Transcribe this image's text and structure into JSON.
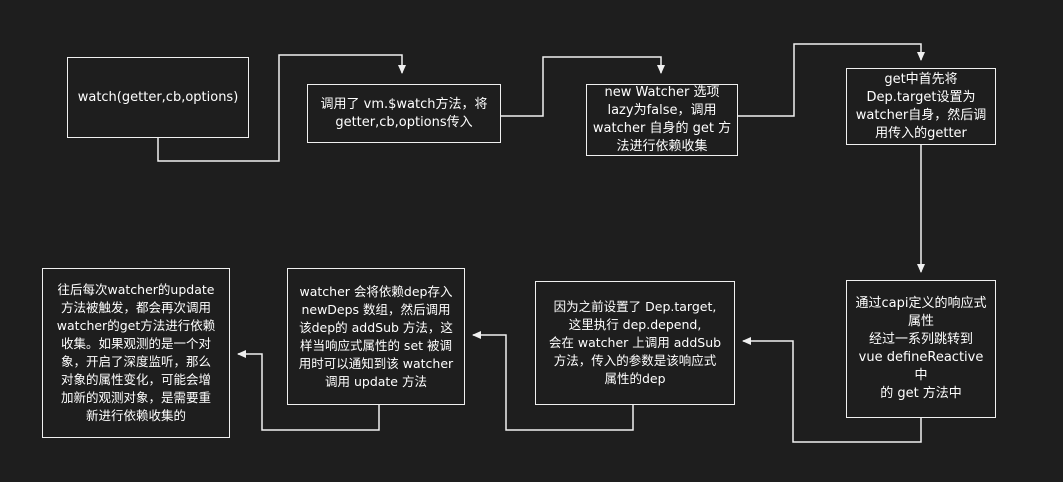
{
  "diagram": {
    "background_color": "#1e1e1e",
    "line_color": "#f0f0f0",
    "text_color": "#ffffff",
    "nodes": [
      {
        "id": "n1",
        "text": "watch(getter,cb,options)"
      },
      {
        "id": "n2",
        "text": "调用了 vm.$watch方法，将\ngetter,cb,options传入"
      },
      {
        "id": "n3",
        "text": "new Watcher 选项\nlazy为false，调用\nwatcher 自身的 get 方\n法进行依赖收集"
      },
      {
        "id": "n4",
        "text": "get中首先将\nDep.target设置为\nwatcher自身，然后调\n用传入的getter"
      },
      {
        "id": "n5",
        "text": "通过capi定义的响应式\n属性\n经过一系列跳转到\nvue defineReactive 中\n的 get 方法中"
      },
      {
        "id": "n6",
        "text": "因为之前设置了 Dep.target,\n这里执行 dep.depend,\n会在 watcher 上调用 addSub\n方法，传入的参数是该响应式\n属性的dep"
      },
      {
        "id": "n7",
        "text": "watcher 会将依赖dep存入\nnewDeps 数组，然后调用\n该dep的 addSub 方法，这\n样当响应式属性的 set 被调\n用时可以通知到该 watcher\n调用 update 方法"
      },
      {
        "id": "n8",
        "text": "往后每次watcher的update\n方法被触发，都会再次调用\nwatcher的get方法进行依赖\n收集。如果观测的是一个对\n象，开启了深度监听，那么\n对象的属性变化，可能会增\n加新的观测对象，是需要重\n新进行依赖收集的"
      }
    ],
    "edges": [
      {
        "from": "n1",
        "to": "n2"
      },
      {
        "from": "n2",
        "to": "n3"
      },
      {
        "from": "n3",
        "to": "n4"
      },
      {
        "from": "n4",
        "to": "n5"
      },
      {
        "from": "n5",
        "to": "n6"
      },
      {
        "from": "n6",
        "to": "n7"
      },
      {
        "from": "n7",
        "to": "n8"
      }
    ]
  }
}
